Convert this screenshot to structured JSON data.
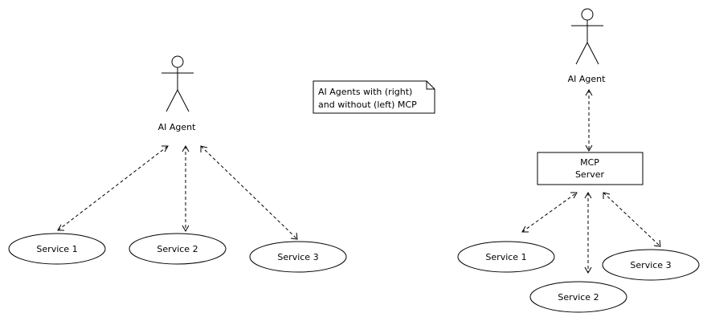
{
  "note": {
    "line1": "AI Agents with (right)",
    "line2": "and without (left) MCP"
  },
  "left": {
    "agent_label": "AI Agent",
    "services": [
      "Service 1",
      "Service 2",
      "Service 3"
    ]
  },
  "right": {
    "agent_label": "AI Agent",
    "mcp_line1": "MCP",
    "mcp_line2": "Server",
    "services": [
      "Service 1",
      "Service 2",
      "Service 3"
    ]
  }
}
